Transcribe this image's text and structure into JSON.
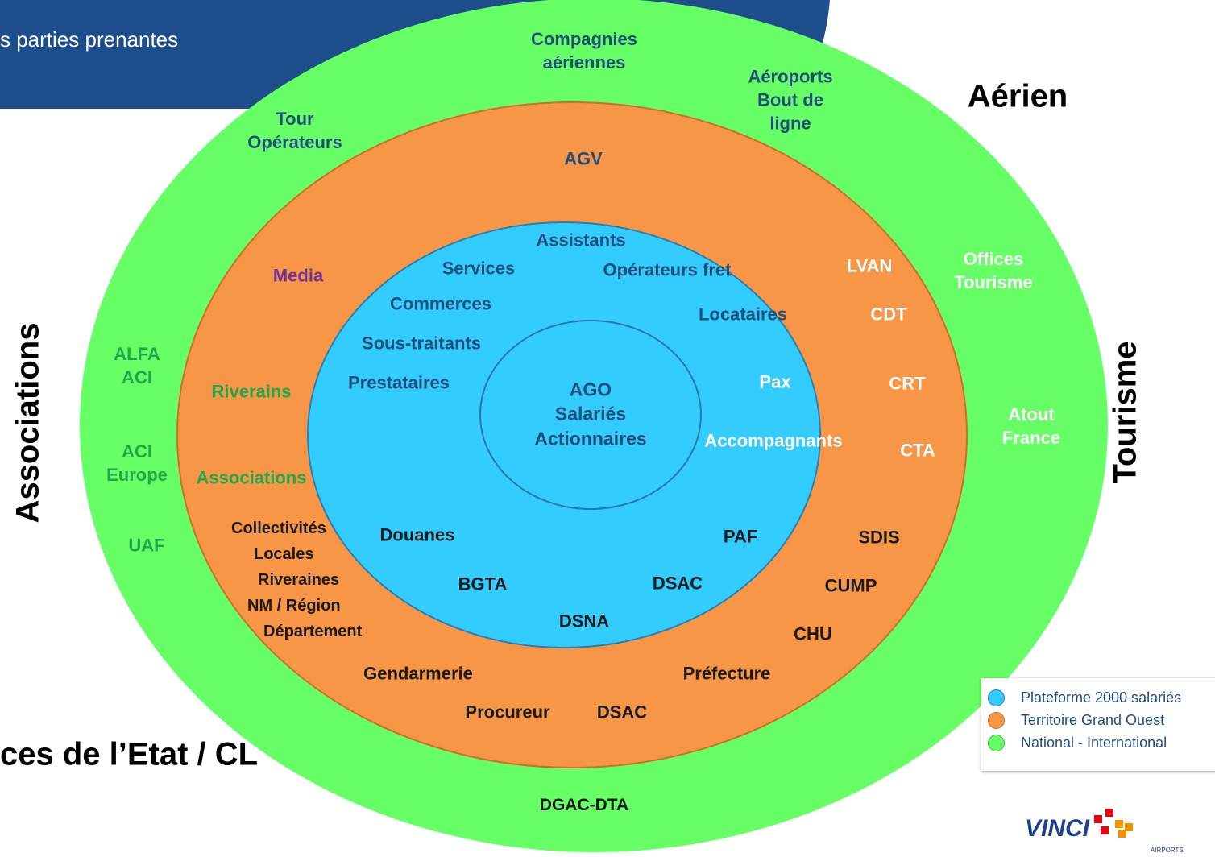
{
  "header": {
    "banner_text": "s parties prenantes"
  },
  "quadrants": {
    "aerien": "Aérien",
    "tourisme": "Tourisme",
    "associations": "Associations",
    "services_etat": "ces de l’Etat / CL"
  },
  "center": {
    "lines": [
      "AGO",
      "Salariés",
      "Actionnaires"
    ]
  },
  "ring_plateforme": {
    "assistants": "Assistants",
    "services": "Services",
    "operateurs_fret": "Opérateurs fret",
    "commerces": "Commerces",
    "locataires": "Locataires",
    "sous_traitants": "Sous-traitants",
    "prestataires": "Prestataires",
    "pax": "Pax",
    "accompagnants": "Accompagnants",
    "douanes": "Douanes",
    "paf": "PAF",
    "bgta": "BGTA",
    "dsac": "DSAC",
    "dsna": "DSNA"
  },
  "ring_territoire": {
    "agv": "AGV",
    "media": "Media",
    "lvan": "LVAN",
    "cdt": "CDT",
    "crt": "CRT",
    "cta": "CTA",
    "riverains": "Riverains",
    "associations": "Associations",
    "collectivites": [
      "Collectivités",
      "Locales",
      "Riveraines",
      "NM / Région",
      "Département"
    ],
    "sdis": "SDIS",
    "cump": "CUMP",
    "chu": "CHU",
    "gendarmerie": "Gendarmerie",
    "prefecture": "Préfecture",
    "procureur": "Procureur",
    "dsac": "DSAC"
  },
  "ring_national": {
    "compagnies": [
      "Compagnies",
      "aériennes"
    ],
    "aeroports": [
      "Aéroports",
      "Bout de",
      "ligne"
    ],
    "tour_operateurs": [
      "Tour",
      "Opérateurs"
    ],
    "offices_tourisme": [
      "Offices",
      "Tourisme"
    ],
    "atout_france": [
      "Atout",
      "France"
    ],
    "alfa_aci": [
      "ALFA",
      "ACI"
    ],
    "aci_europe": [
      "ACI",
      "Europe"
    ],
    "uaf": "UAF",
    "dgac_dta": "DGAC-DTA"
  },
  "legend": {
    "items": [
      {
        "label": "Plateforme 2000 salariés",
        "color": "#33ccff"
      },
      {
        "label": "Territoire Grand Ouest",
        "color": "#f79646"
      },
      {
        "label": "National - International",
        "color": "#66ff66"
      }
    ]
  },
  "colors": {
    "banner": "#1e4d8c",
    "outer_ring": "#66ff66",
    "middle_ring": "#f79646",
    "inner_ring": "#33ccff",
    "core": "#33ccff"
  },
  "logo": {
    "brand": "VINCI",
    "sub": "AIRPORTS"
  }
}
